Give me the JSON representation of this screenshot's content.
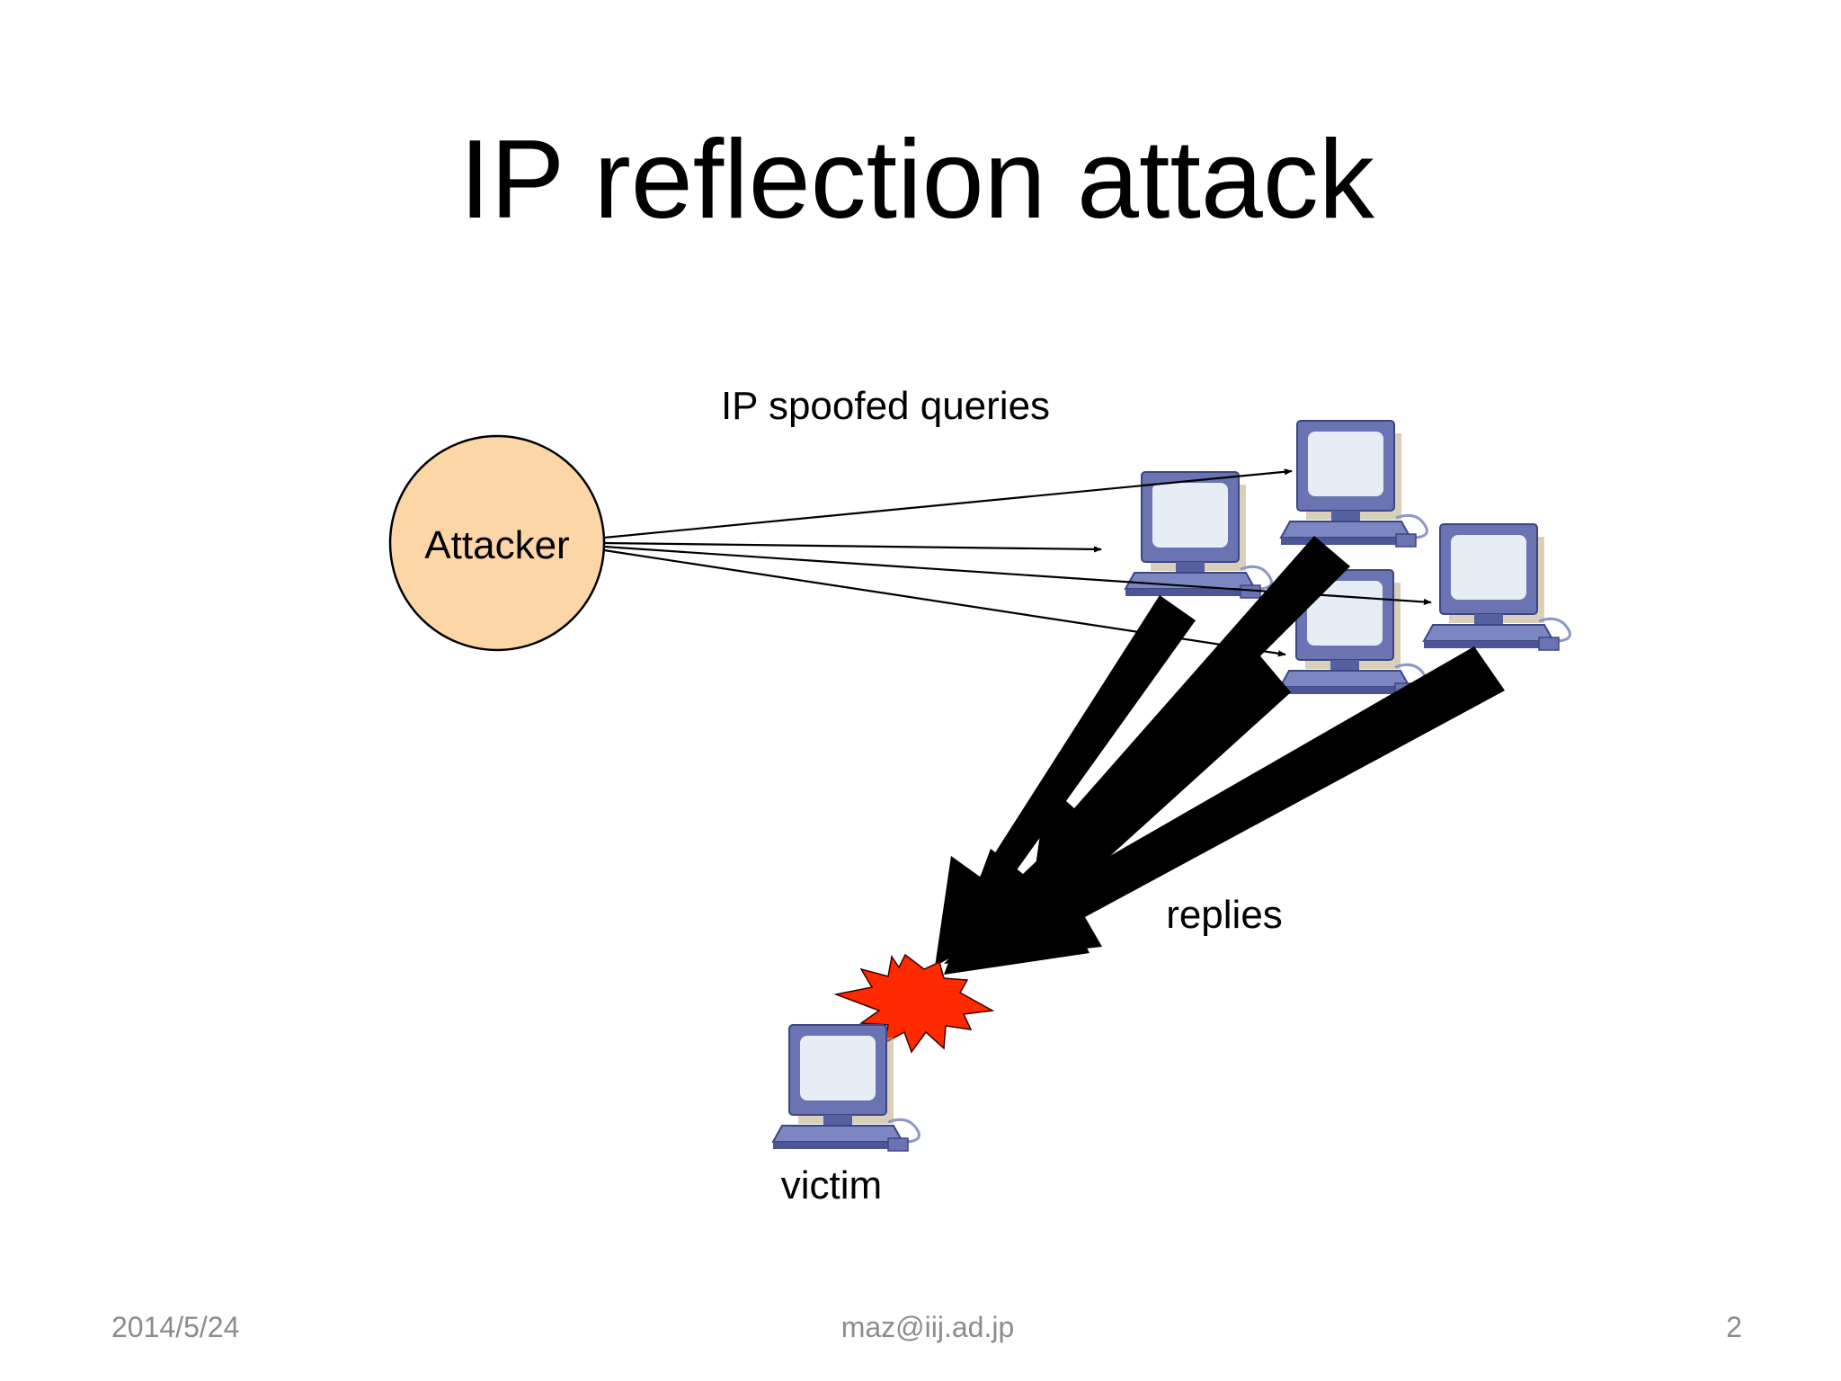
{
  "slide": {
    "title": "IP reflection attack"
  },
  "diagram": {
    "attacker_label": "Attacker",
    "queries_label": "IP spoofed queries",
    "replies_label": "replies",
    "victim_label": "victim"
  },
  "footer": {
    "date": "2014/5/24",
    "author": "maz@iij.ad.jp",
    "page_number": "2"
  },
  "colors": {
    "attacker_fill": "#fdd6a8",
    "computer_body": "#6a74b3",
    "computer_screen": "#e6edf5",
    "explosion": "#ff2a00",
    "reply_arrows": "#000000"
  }
}
